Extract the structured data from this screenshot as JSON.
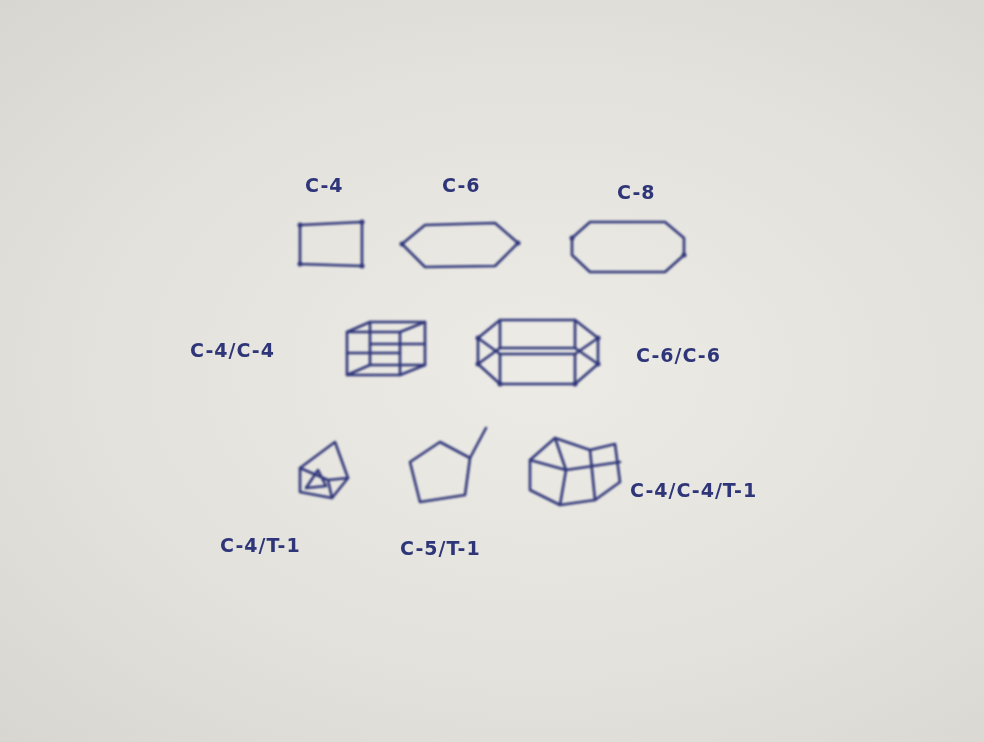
{
  "diagram": {
    "labels": [
      "C-4",
      "C-6",
      "C-8",
      "C-4/C-4",
      "C-6/C-6",
      "C-4/C-4/T-1",
      "C-4/T-1",
      "C-5/T-1"
    ]
  }
}
